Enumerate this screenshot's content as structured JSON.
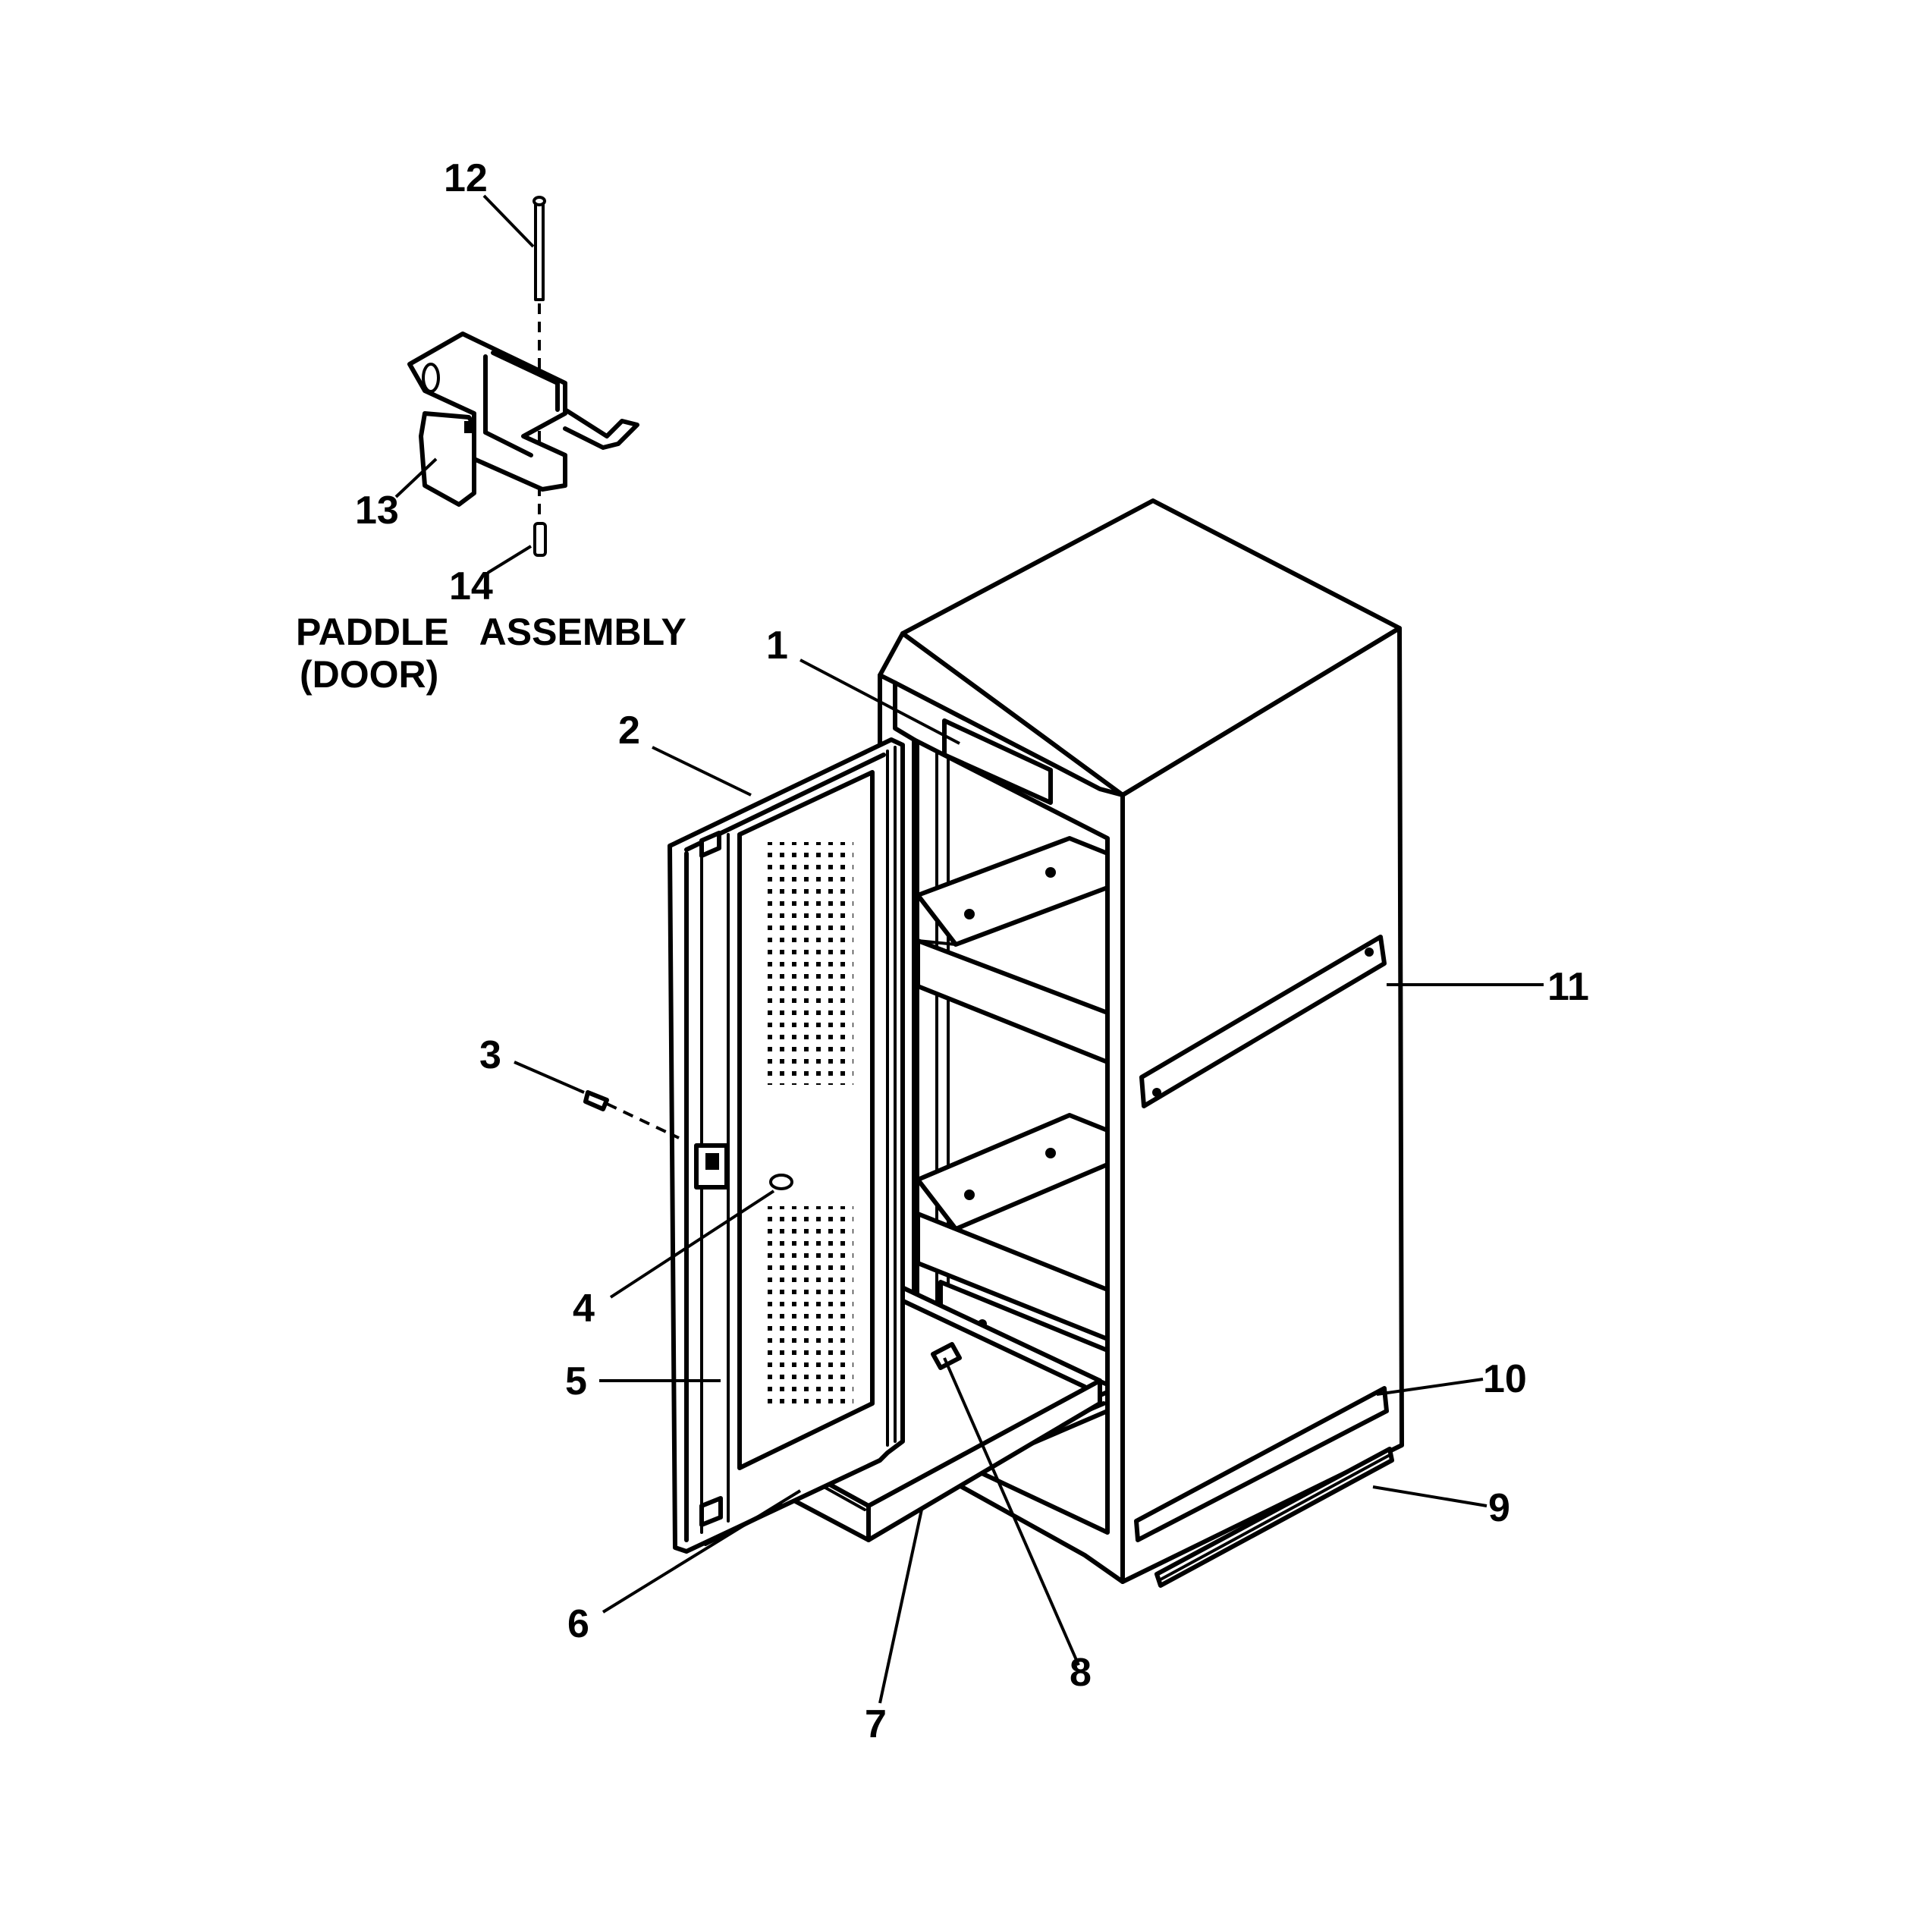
{
  "diagram": {
    "caption": {
      "line1": "PADDLE   ASSEMBLY",
      "line2": "(DOOR)"
    },
    "callouts": [
      {
        "id": "1",
        "label": "1"
      },
      {
        "id": "2",
        "label": "2"
      },
      {
        "id": "3",
        "label": "3"
      },
      {
        "id": "4",
        "label": "4"
      },
      {
        "id": "5",
        "label": "5"
      },
      {
        "id": "6",
        "label": "6"
      },
      {
        "id": "7",
        "label": "7"
      },
      {
        "id": "8",
        "label": "8"
      },
      {
        "id": "9",
        "label": "9"
      },
      {
        "id": "10",
        "label": "10"
      },
      {
        "id": "11",
        "label": "11"
      },
      {
        "id": "12",
        "label": "12"
      },
      {
        "id": "13",
        "label": "13"
      },
      {
        "id": "14",
        "label": "14"
      }
    ]
  }
}
